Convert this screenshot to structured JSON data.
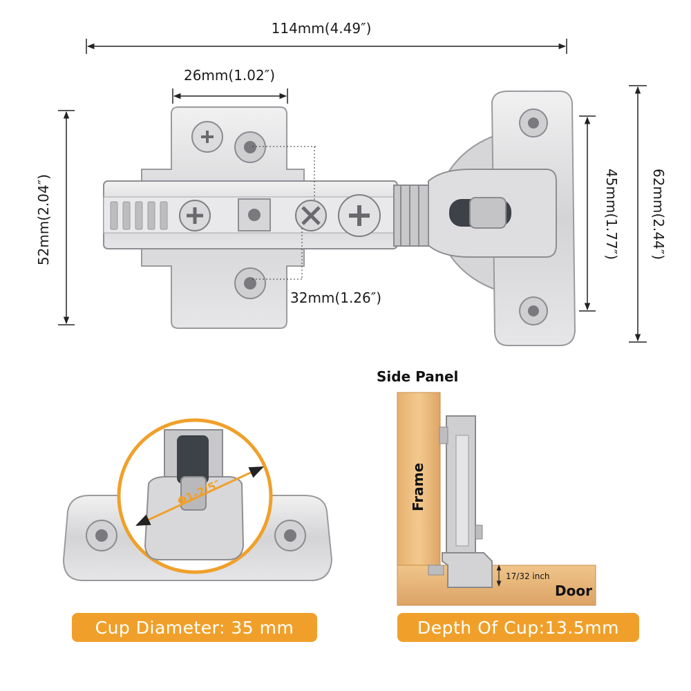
{
  "dimensions": {
    "overall_width": "114mm(4.49″)",
    "plate_width": "26mm(1.02″)",
    "hole_spacing": "32mm(1.26″)",
    "plate_height": "52mm(2.04″)",
    "cup_holes_spacing": "45mm(1.77″)",
    "cup_plate_height": "62mm(2.44″)"
  },
  "cup_detail": {
    "diameter_mark": "Φ1-2/5″",
    "badge": "Cup Diameter: 35 mm"
  },
  "install_diagram": {
    "title": "Side Panel",
    "frame_label": "Frame",
    "door_label": "Door",
    "depth_mark": "17/32 inch",
    "badge": "Depth Of Cup:13.5mm"
  },
  "colors": {
    "accent": "#f0a02a",
    "metal": "#d9d9db",
    "wood": "#e8b678"
  }
}
